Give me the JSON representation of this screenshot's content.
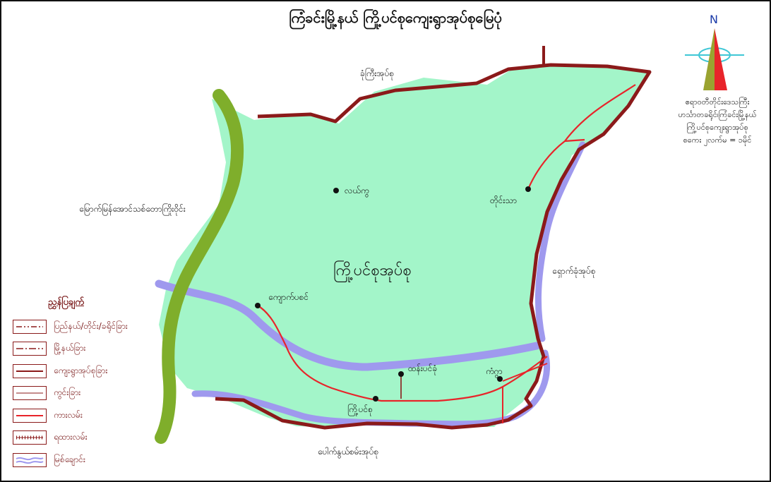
{
  "map": {
    "title": "ကြံခင်းမြို့နယ်   ကြို့ပင်စုကျေးရွာအုပ်စုမြေပုံ",
    "north_label": "N",
    "scale_lines": [
      "ဧရာဝတီတိုင်းဒေသကြီး",
      "ဟင်္သာတခရိုင်၊ကြံခင်းမြို့နယ်",
      "ကြို့ပင်စုကျေးရွာအုပ်စု",
      "စကေး ၂လက်မ = ၁မိုင်"
    ],
    "neighbors": {
      "north": "ခုံကြီးအုပ်စု",
      "west": "မြောက်မြန်အောင်သစ်တောကြိုးဝိုင်း",
      "east": "ရှောက်ခုံအုပ်စု",
      "south": "ပေါက်နွယ်စမ်းအုပ်စု"
    },
    "main_label": "ကြို့ပင်စုအုပ်စု",
    "villages": [
      {
        "name": "လယ်ကွ"
      },
      {
        "name": "တိုင်းသာ"
      },
      {
        "name": "ကျောက်ပစင်"
      },
      {
        "name": "ထန်းပင်ခုံ"
      },
      {
        "name": "ကံဂွာ"
      },
      {
        "name": "ကြို့ပင်စု"
      }
    ],
    "colors": {
      "land": "#a3f5c9",
      "boundary": "#8b1a1a",
      "road": "#e8242a",
      "river": "#9f99ee",
      "forest": "#7fae2b"
    }
  },
  "legend": {
    "title": "ညွှန်ပြချက်",
    "items": [
      {
        "label": "ပြည်နယ်/တိုင်း/ခရိုင်ခြား",
        "style": "dash-dot-dot"
      },
      {
        "label": "မြို့နယ်ခြား",
        "style": "dash-dot"
      },
      {
        "label": "ကျေးရွာအုပ်စုခြား",
        "style": "thick"
      },
      {
        "label": "ကွင်းခြား",
        "style": "thin"
      },
      {
        "label": "ကားလမ်း",
        "style": "road"
      },
      {
        "label": "ရထားလမ်း",
        "style": "rail"
      },
      {
        "label": "မြစ်ချောင်း",
        "style": "river"
      }
    ]
  }
}
